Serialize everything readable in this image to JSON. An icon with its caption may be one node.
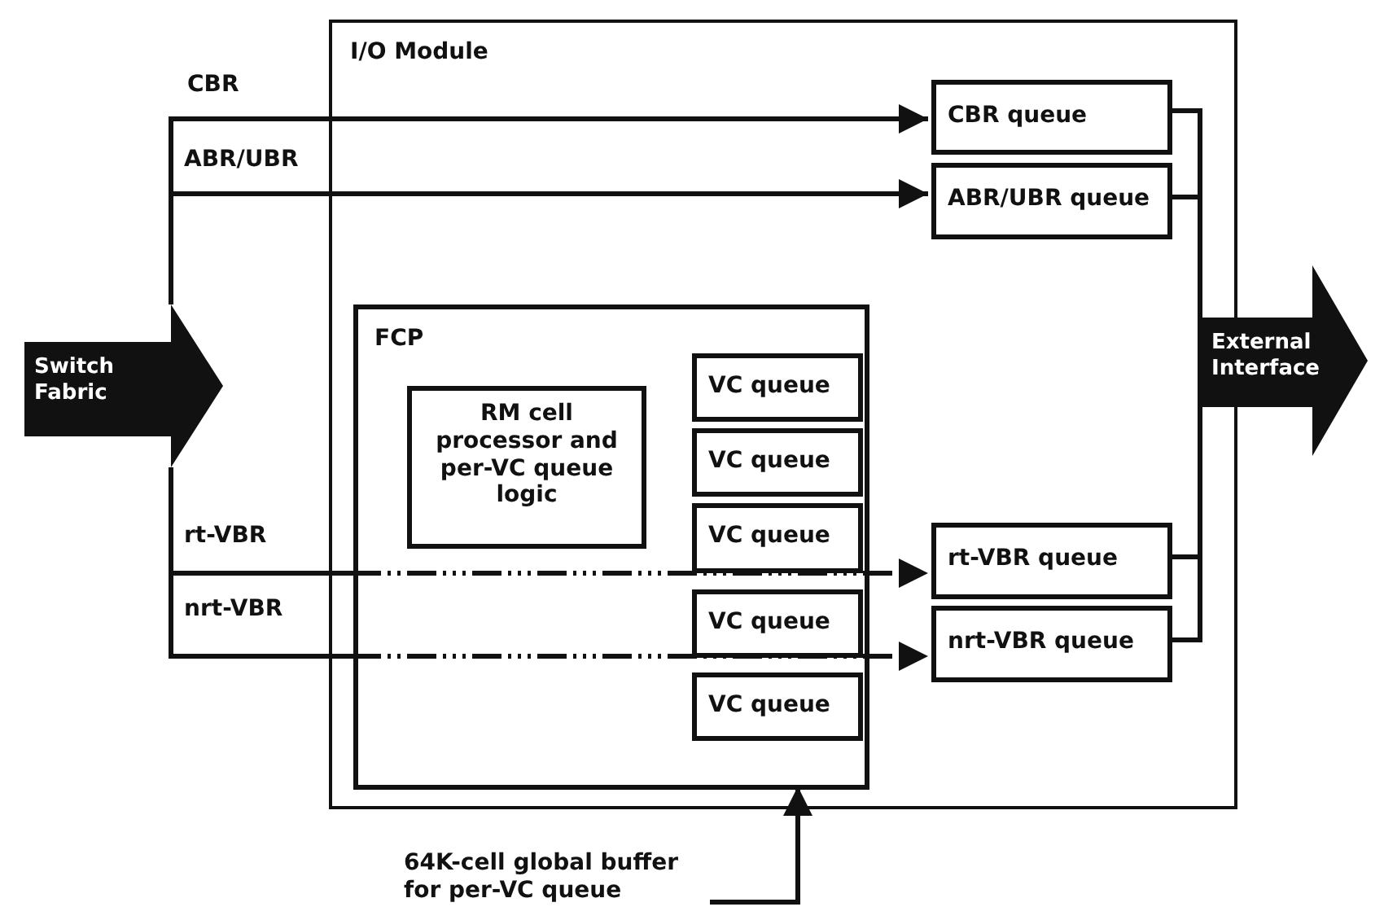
{
  "diagram": {
    "nodes": [
      {
        "text": [
          "Switch Fabric"
        ]
      },
      {
        "text": [
          "I/O Module"
        ]
      },
      {
        "text": [
          "CBR queue"
        ],
        "in": 1
      },
      {
        "text": [
          "ABR/UBR queue"
        ],
        "in": 1
      },
      {
        "text": [
          "FCP"
        ],
        "in": 1
      },
      {
        "text": [
          "RM cell processor and per-VC queue logic"
        ],
        "in": 4
      },
      {
        "text": [
          "VC queue"
        ],
        "in": 4
      },
      {
        "text": [
          "VC queue"
        ],
        "in": 4
      },
      {
        "text": [
          "VC queue"
        ],
        "in": 4
      },
      {
        "text": [
          "VC queue"
        ],
        "in": 4
      },
      {
        "text": [
          "VC queue"
        ],
        "in": 4
      },
      {
        "text": [
          "rt-VBR queue"
        ],
        "in": 1
      },
      {
        "text": [
          "nrt-VBR queue"
        ],
        "in": 1
      },
      {
        "text": [
          "External Interface"
        ]
      },
      {
        "text": [
          "64K-cell global buffer for per-VC queue"
        ]
      }
    ],
    "edges": [
      {
        "from": 0,
        "to": 2,
        "arrow": "to",
        "label": "CBR"
      },
      {
        "from": 0,
        "to": 3,
        "arrow": "to",
        "label": "ABR/UBR"
      },
      {
        "from": 0,
        "to": 11,
        "arrow": "to",
        "label": "rt-VBR",
        "style": "dashed"
      },
      {
        "from": 0,
        "to": 12,
        "arrow": "to",
        "label": "nrt-VBR",
        "style": "dashed"
      },
      {
        "from": 2,
        "to": 13,
        "arrow": "none"
      },
      {
        "from": 3,
        "to": 13,
        "arrow": "none"
      },
      {
        "from": 11,
        "to": 13,
        "arrow": "none"
      },
      {
        "from": 12,
        "to": 13,
        "arrow": "none"
      },
      {
        "from": 14,
        "to": 4,
        "arrow": "to"
      }
    ]
  }
}
